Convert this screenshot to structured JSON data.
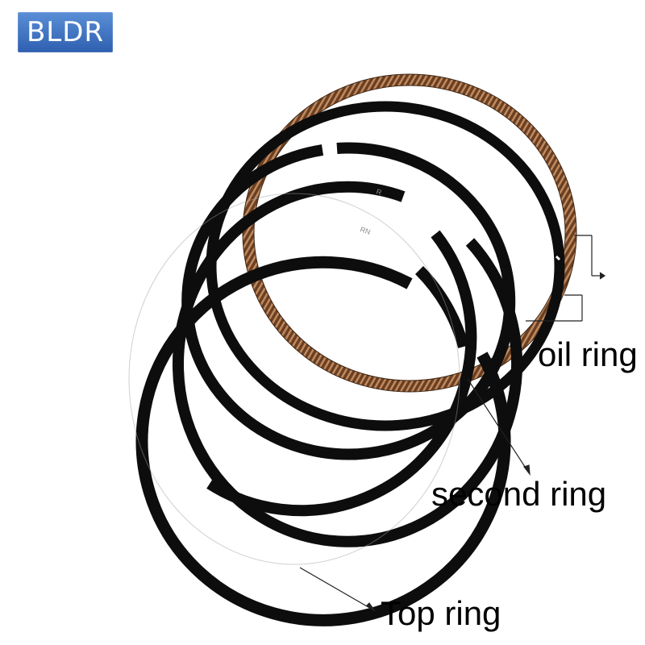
{
  "brand": {
    "logo_text": "BLDR"
  },
  "labels": {
    "oil_ring": "oil ring",
    "second_ring": "second ring",
    "top_ring": "Top ring"
  },
  "ring_marks": {
    "mark_r": "R",
    "mark_rn": "RN"
  },
  "colors": {
    "logo_bg": "#3c6fc0",
    "ring_black": "#0d0d0d",
    "oil_ring_brown": "#7a4a2a"
  }
}
